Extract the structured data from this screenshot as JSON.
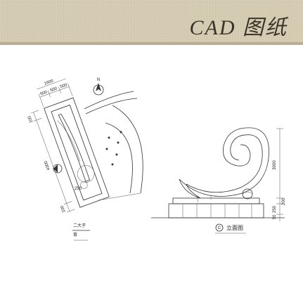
{
  "header": {
    "title": "CAD 图纸"
  },
  "plan": {
    "dims_top": [
      "1500",
      "500",
      "500",
      "500"
    ],
    "dims_left": [
      "100",
      "4300",
      "100"
    ],
    "dims_inner": [
      "250"
    ],
    "north_label": "N",
    "section_mark": "二大子",
    "section_sub": "育"
  },
  "elevation": {
    "dims_right": [
      "3000",
      "200",
      "250",
      "50"
    ],
    "label_symbol": "C",
    "label": "立面图"
  }
}
